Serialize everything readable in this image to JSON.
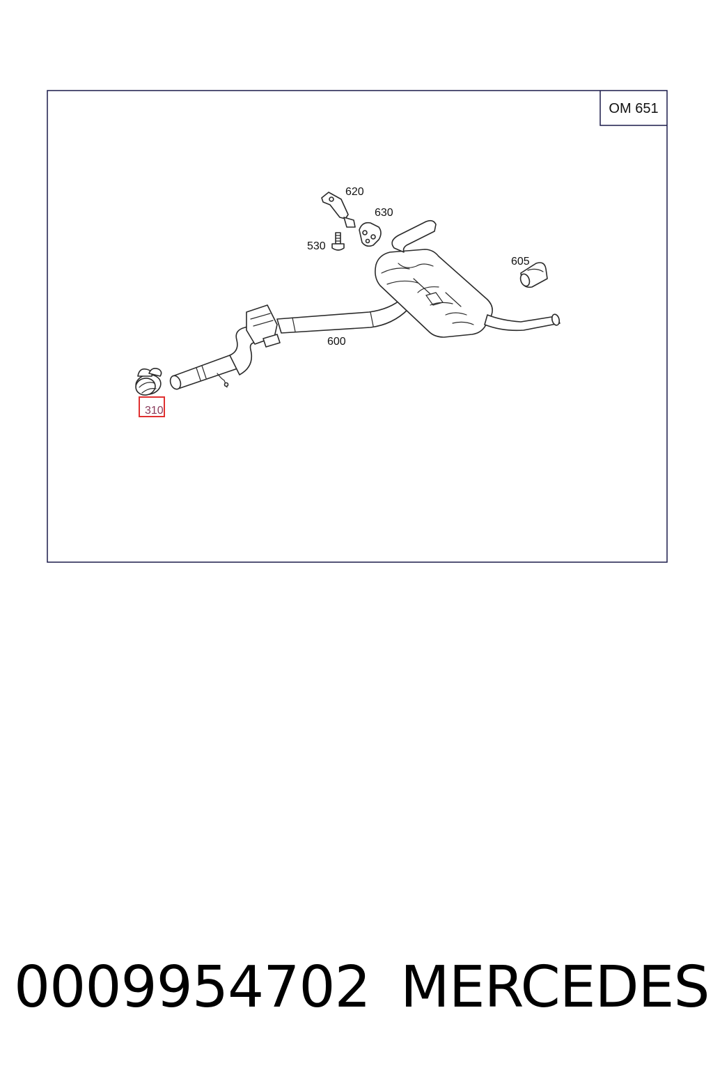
{
  "diagram": {
    "engine_badge": "OM 651",
    "frame_color": "#1a1a4a",
    "highlight_color": "#e03030",
    "callouts": {
      "p620": "620",
      "p630": "630",
      "p530": "530",
      "p605": "605",
      "p600": "600",
      "p310": "310"
    },
    "highlighted_part": "310"
  },
  "footer": {
    "part_number": "0009954702",
    "brand": "MERCEDES"
  }
}
